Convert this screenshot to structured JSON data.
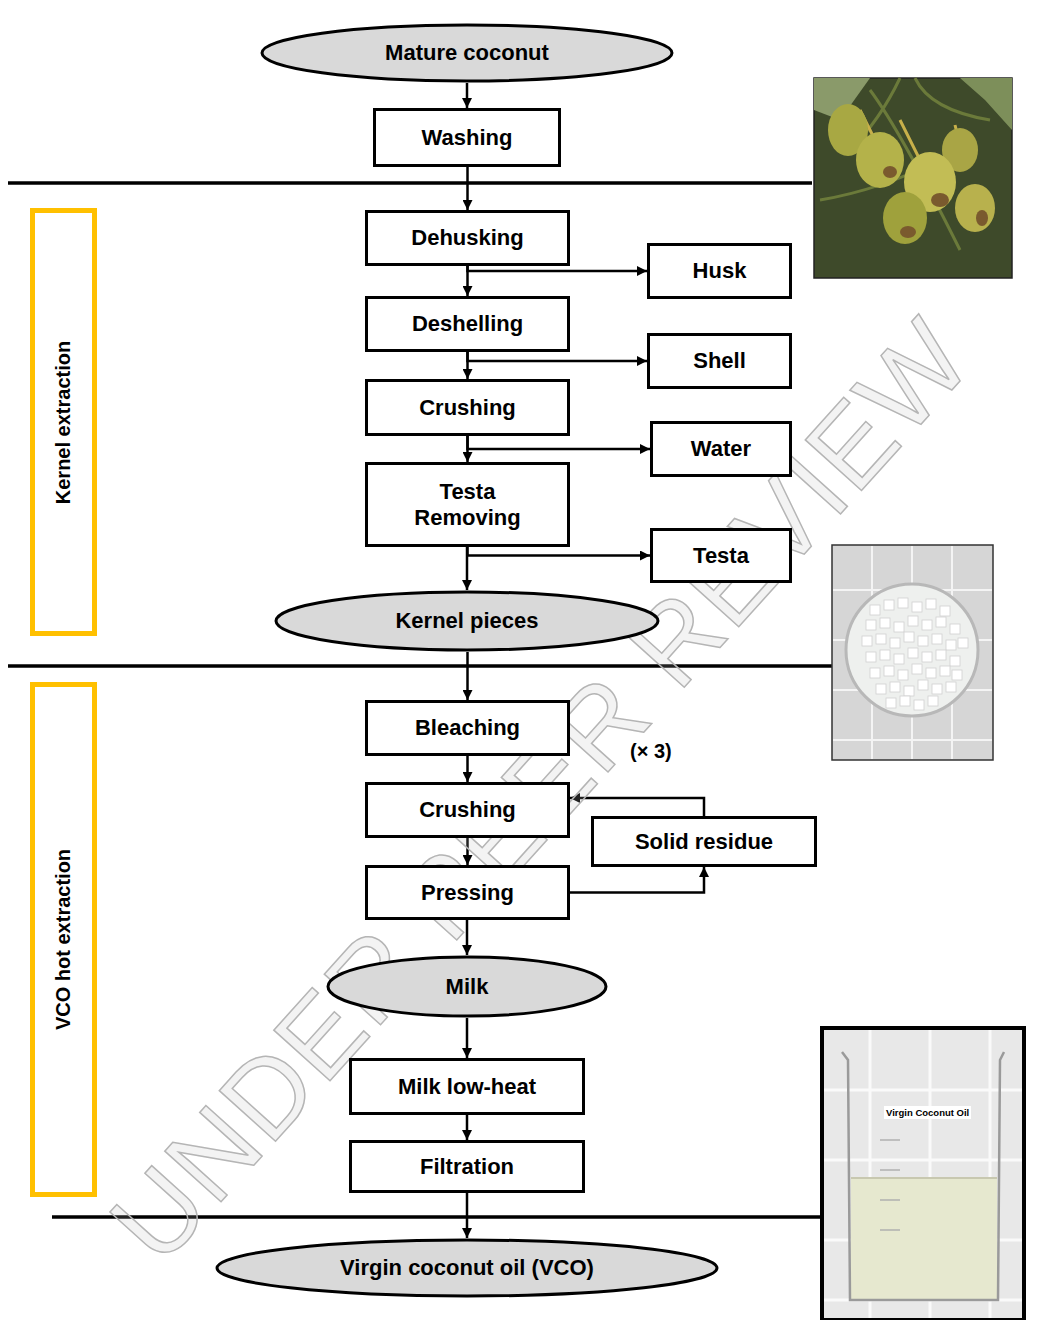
{
  "diagram": {
    "nodes": [
      {
        "text": [
          "Mature coconut"
        ]
      },
      {
        "text": [
          "Washing"
        ]
      },
      {
        "text": [
          "Kernel extraction"
        ]
      },
      {
        "text": [
          "Dehusking"
        ]
      },
      {
        "text": [
          "Husk"
        ]
      },
      {
        "text": [
          "Deshelling"
        ]
      },
      {
        "text": [
          "Shell"
        ]
      },
      {
        "text": [
          "Crushing"
        ]
      },
      {
        "text": [
          "Water"
        ]
      },
      {
        "text": [
          "Testa Removing"
        ]
      },
      {
        "text": [
          "Testa"
        ]
      },
      {
        "text": [
          "Kernel pieces"
        ]
      },
      {
        "text": [
          "VCO hot extraction"
        ]
      },
      {
        "text": [
          "Bleaching"
        ]
      },
      {
        "text": [
          "Crushing"
        ]
      },
      {
        "text": [
          "Solid residue"
        ]
      },
      {
        "text": [
          "Pressing"
        ]
      },
      {
        "text": [
          "Milk"
        ]
      },
      {
        "text": [
          "Milk low-heat"
        ]
      },
      {
        "text": [
          "Filtration"
        ]
      },
      {
        "text": [
          "Virgin coconut oil (VCO)"
        ]
      }
    ],
    "edges": [
      {
        "from": 0,
        "to": 1,
        "arrow": "to"
      },
      {
        "from": 1,
        "to": 3,
        "arrow": "to"
      },
      {
        "from": 3,
        "to": 4,
        "arrow": "to"
      },
      {
        "from": 3,
        "to": 5,
        "arrow": "to"
      },
      {
        "from": 5,
        "to": 6,
        "arrow": "to"
      },
      {
        "from": 5,
        "to": 7,
        "arrow": "to"
      },
      {
        "from": 7,
        "to": 8,
        "arrow": "to"
      },
      {
        "from": 7,
        "to": 9,
        "arrow": "to"
      },
      {
        "from": 9,
        "to": 10,
        "arrow": "to"
      },
      {
        "from": 9,
        "to": 11,
        "arrow": "to"
      },
      {
        "from": 11,
        "to": 13,
        "arrow": "to"
      },
      {
        "from": 13,
        "to": 14,
        "arrow": "to"
      },
      {
        "from": 14,
        "to": 16,
        "arrow": "to"
      },
      {
        "from": 16,
        "to": 15,
        "arrow": "to"
      },
      {
        "from": 15,
        "to": 14,
        "arrow": "to"
      },
      {
        "from": 16,
        "to": 17,
        "arrow": "to"
      },
      {
        "from": 17,
        "to": 18,
        "arrow": "to"
      },
      {
        "from": 18,
        "to": 19,
        "arrow": "to"
      },
      {
        "from": 19,
        "to": 20,
        "arrow": "to"
      }
    ],
    "labels": [
      "(× 3)",
      "Virgin Coconut Oil",
      "UNDER PEER REVIEW"
    ]
  }
}
